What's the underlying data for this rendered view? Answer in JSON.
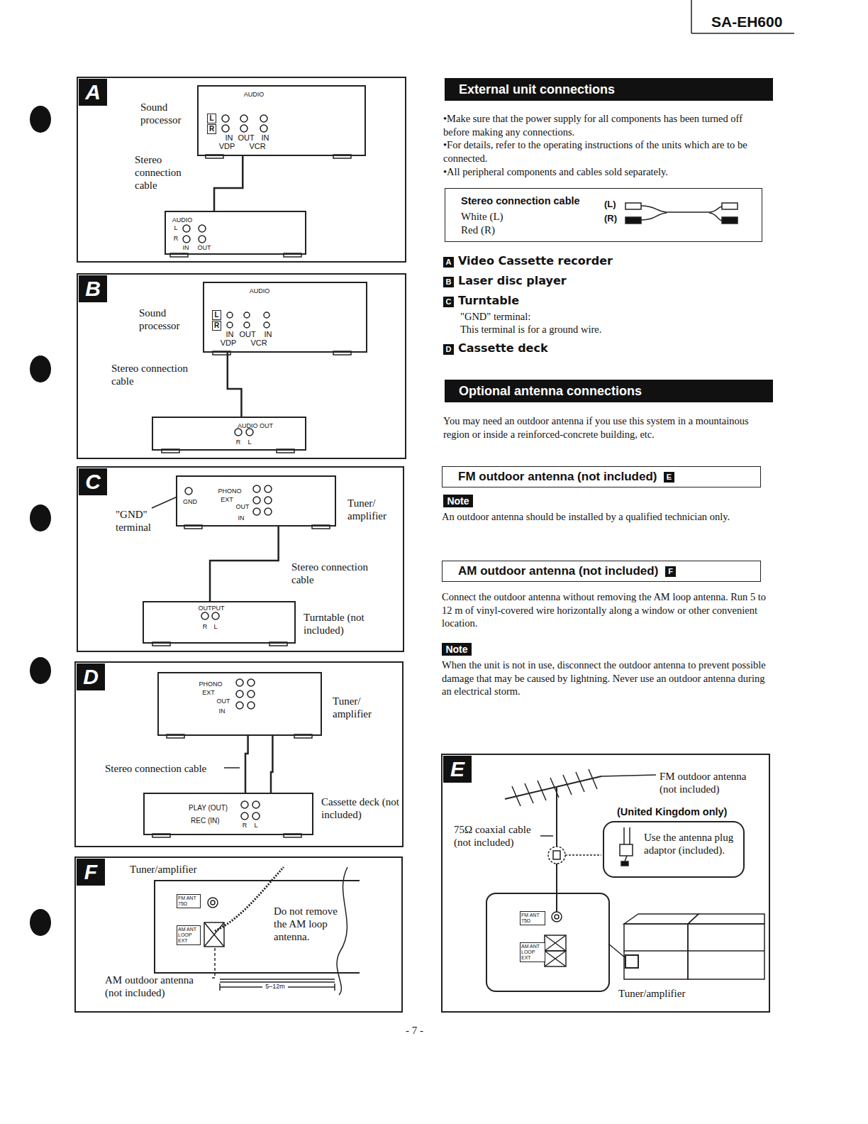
{
  "diagram": {
    "nodes": [
      {
        "text": [
          "A"
        ]
      },
      {
        "text": [
          "Sound processor",
          "AUDIO"
        ],
        "in": 0
      },
      {
        "text": [
          "AUDIO"
        ],
        "in": 0
      },
      {
        "text": [
          "B"
        ]
      },
      {
        "text": [
          "Sound processor",
          "AUDIO"
        ],
        "in": 3
      },
      {
        "text": [
          "AUDIO OUT"
        ],
        "in": 3
      },
      {
        "text": [
          "C"
        ]
      },
      {
        "text": [
          "Tuner/ amplifier",
          "PHONO"
        ],
        "in": 6
      },
      {
        "text": [
          "Turntable (not included)",
          "OUTPUT"
        ],
        "in": 6
      },
      {
        "text": [
          "D"
        ]
      },
      {
        "text": [
          "Tuner/ amplifier",
          "PHONO"
        ],
        "in": 9
      },
      {
        "text": [
          "Cassette deck (not included)",
          "PLAY (OUT)",
          "REC (IN)"
        ],
        "in": 9
      },
      {
        "text": [
          "F"
        ]
      },
      {
        "text": [
          "Tuner/amplifier",
          "FM ANT 75Ω",
          "AM ANT LOOP EXT"
        ],
        "in": 12
      },
      {
        "text": [
          "External unit connections"
        ]
      },
      {
        "text": [
          "Stereo connection cable",
          "White (L)",
          "Red (R)"
        ]
      },
      {
        "text": [
          "Optional antenna connections"
        ]
      },
      {
        "text": [
          "FM outdoor antenna (not included)",
          "E"
        ]
      },
      {
        "text": [
          "AM outdoor antenna (not included)",
          "F"
        ]
      },
      {
        "text": [
          "E"
        ]
      },
      {
        "text": [
          "(United Kingdom only)",
          "Use the antenna plug adaptor (included)."
        ],
        "in": 19
      },
      {
        "text": [
          "FM ANT 75Ω",
          "AM ANT LOOP EXT"
        ],
        "in": 19
      }
    ],
    "edges": [
      {
        "from": 1,
        "to": 2,
        "label": "Stereo connection cable",
        "arrow": "none"
      },
      {
        "from": 4,
        "to": 5,
        "label": "Stereo connection cable",
        "arrow": "none"
      },
      {
        "from": 7,
        "to": 8,
        "label": "Stereo connection cable",
        "arrow": "none"
      },
      {
        "from": 10,
        "to": 11,
        "label": "Stereo connection cable",
        "arrow": "none"
      },
      {
        "from": 10,
        "to": 11,
        "arrow": "none"
      }
    ],
    "labels": [
      "SA-EH600",
      "L",
      "R",
      "IN",
      "VDP",
      "OUT",
      "IN",
      "VCR",
      "L",
      "R",
      "IN",
      "OUT",
      "L",
      "R",
      "IN",
      "VDP",
      "OUT",
      "IN",
      "VCR",
      "R",
      "L",
      "\"GND\" terminal",
      "GND",
      "EXT",
      "OUT",
      "IN",
      "R",
      "L",
      "EXT",
      "OUT",
      "IN",
      "R",
      "L",
      "Do not remove the AM loop antenna.",
      "AM outdoor antenna (not included)",
      "5–12m",
      "•Make sure that the power supply for all components has been turned off before making any connections.",
      "•For details, refer to the operating instructions of the units which are to be connected.",
      "•All peripheral components and cables sold separately.",
      "(L)",
      "(R)",
      "A",
      "Video Cassette recorder",
      "B",
      "Laser disc player",
      "C",
      "Turntable",
      "\"GND\" terminal:",
      "This terminal is for a ground wire.",
      "D",
      "Cassette deck",
      "You may need an outdoor antenna if you use this system in a mountainous region or inside a reinforced-concrete building, etc.",
      "Note",
      "An outdoor antenna should be installed by a qualified technician only.",
      "Connect the outdoor antenna without removing the AM loop antenna. Run 5 to 12 m of vinyl-covered wire horizontally along a window or other convenient location.",
      "Note",
      "When the unit is not in use, disconnect the outdoor antenna to prevent possible damage that may be caused by lightning. Never use an outdoor antenna during an electrical storm.",
      "FM outdoor antenna (not included)",
      "75Ω coaxial cable (not included)",
      "Tuner/amplifier",
      "- 7 -"
    ]
  }
}
